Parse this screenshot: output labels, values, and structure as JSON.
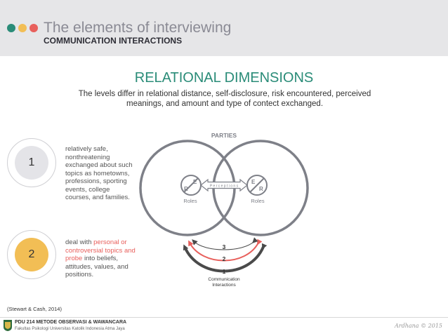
{
  "header": {
    "title": "The elements of interviewing",
    "subtitle": "COMMUNICATION INTERACTIONS",
    "dots": [
      "#2a8c78",
      "#f2be55",
      "#e8605c"
    ]
  },
  "main": {
    "title": "RELATIONAL DIMENSIONS",
    "description": "The levels differ in relational distance, self-disclosure, risk encountered, perceived meanings, and amount and type of contect exchanged."
  },
  "items": [
    {
      "number": "1",
      "text": "relatively safe, nonthreatening exchanged about such topics as hometowns, professions, sporting events, college courses, and families."
    },
    {
      "number": "2",
      "text_before": "deal with ",
      "highlight": "personal or controversial topics and probe",
      "text_after": " into beliefs, attitudes, values, and positions."
    }
  ],
  "diagram": {
    "parties_label": "PARTIES",
    "roles_left": "Roles",
    "roles_right": "Roles",
    "e_letter": "E",
    "r_letter": "R",
    "perceptions": "P e r c e p t i o n s",
    "levels": [
      "3",
      "2",
      "1"
    ],
    "comm_line1": "Communication",
    "comm_line2": "Interactions"
  },
  "citation": "(Stewart & Cash, 2014)",
  "footer": {
    "course": "PDU 214 METODE OBSERVASI & WAWANCARA",
    "faculty": "Fakultas Psikologi Universitas Katolik Indonesia Atma Jaya",
    "credit": "Ardhana © 2015"
  },
  "colors": {
    "teal": "#2a8c78",
    "yellow": "#f2be55",
    "coral": "#e8605c",
    "grey_circle": "#e4e4e8",
    "diagram_grey": "#7e8088",
    "arrow_dark": "#4a4a4a"
  }
}
